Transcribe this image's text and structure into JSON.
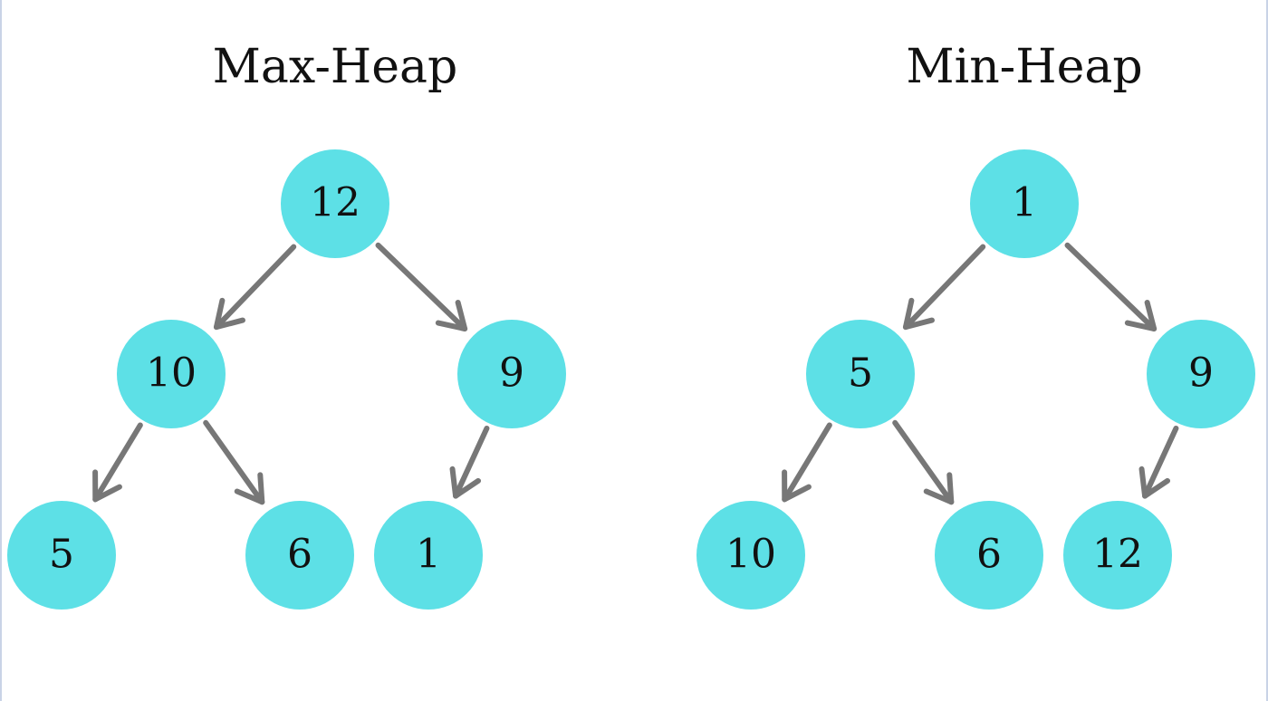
{
  "colors": {
    "node_fill": "#5de0e6",
    "edge_stroke": "#777777",
    "text": "#111111",
    "frame": "#c9d3e6"
  },
  "max_heap": {
    "title": "Max-Heap",
    "nodes": [
      "12",
      "10",
      "9",
      "5",
      "6",
      "1"
    ]
  },
  "min_heap": {
    "title": "Min-Heap",
    "nodes": [
      "1",
      "5",
      "9",
      "10",
      "6",
      "12"
    ]
  }
}
